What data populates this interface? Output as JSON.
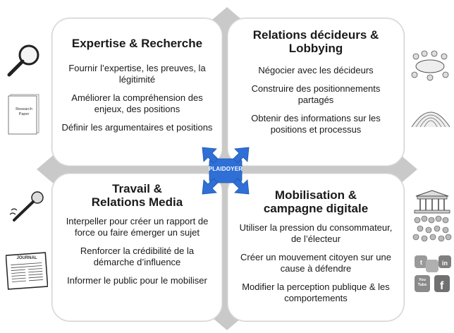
{
  "center": {
    "label": "PLAIDOYER",
    "color": "#2f6fd6"
  },
  "quadrants": {
    "top_left": {
      "title": "Expertise & Recherche",
      "items": [
        "Fournir l’expertise, les preuves, la légitimité",
        "Améliorer la compréhension des enjeux, des positions",
        "Définir les argumentaires et positions"
      ]
    },
    "top_right": {
      "title": "Relations décideurs &\nLobbying",
      "items": [
        "Négocier avec les décideurs",
        "Construire des positionnements partagés",
        "Obtenir des informations sur les positions et processus"
      ]
    },
    "bottom_left": {
      "title": "Travail &\nRelations Media",
      "items": [
        "Interpeller pour créer un rapport de force ou faire émerger un sujet",
        "Renforcer la crédibilité de la démarche d’influence",
        "Informer le public pour le mobiliser"
      ]
    },
    "bottom_right": {
      "title": "Mobilisation &\ncampagne digitale",
      "items": [
        "Utiliser la pression du consommateur, de l’électeur",
        "Créer un mouvement citoyen sur une cause à défendre",
        "Modifier la perception publique & les comportements"
      ]
    }
  },
  "icons": {
    "research_paper_label": "Research\nPaper",
    "newspaper_label": "JOURNAL",
    "youtube_label": "You\nTube"
  }
}
